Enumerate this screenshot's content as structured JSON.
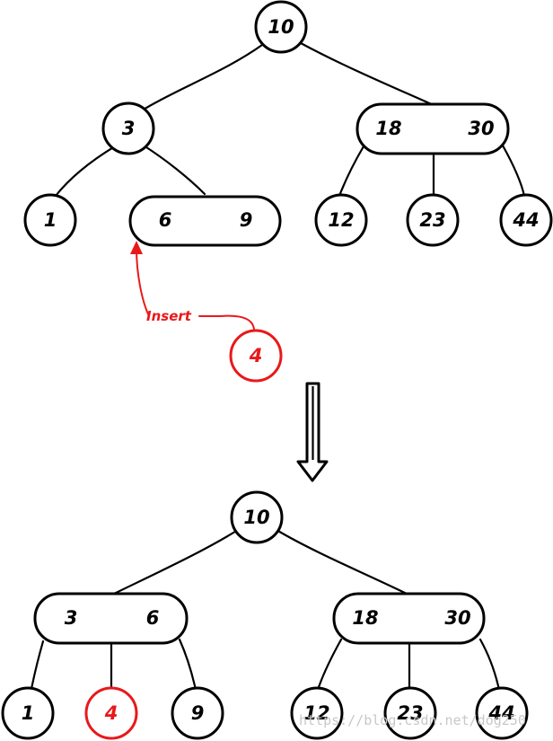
{
  "top_tree": {
    "root": "10",
    "left": "3",
    "right": [
      "18",
      "30"
    ],
    "leaf_1": "1",
    "leaf_mid": [
      "6",
      "9"
    ],
    "leaf_12": "12",
    "leaf_23": "23",
    "leaf_44": "44"
  },
  "insert": {
    "label": "Insert",
    "value": "4",
    "color": "#e8191b"
  },
  "bottom_tree": {
    "root": "10",
    "left": [
      "3",
      "6"
    ],
    "right": [
      "18",
      "30"
    ],
    "leaf_1": "1",
    "leaf_4": "4",
    "leaf_9": "9",
    "leaf_12": "12",
    "leaf_23": "23",
    "leaf_44": "44"
  },
  "watermark": "https://blog.csdn.net/dog250"
}
